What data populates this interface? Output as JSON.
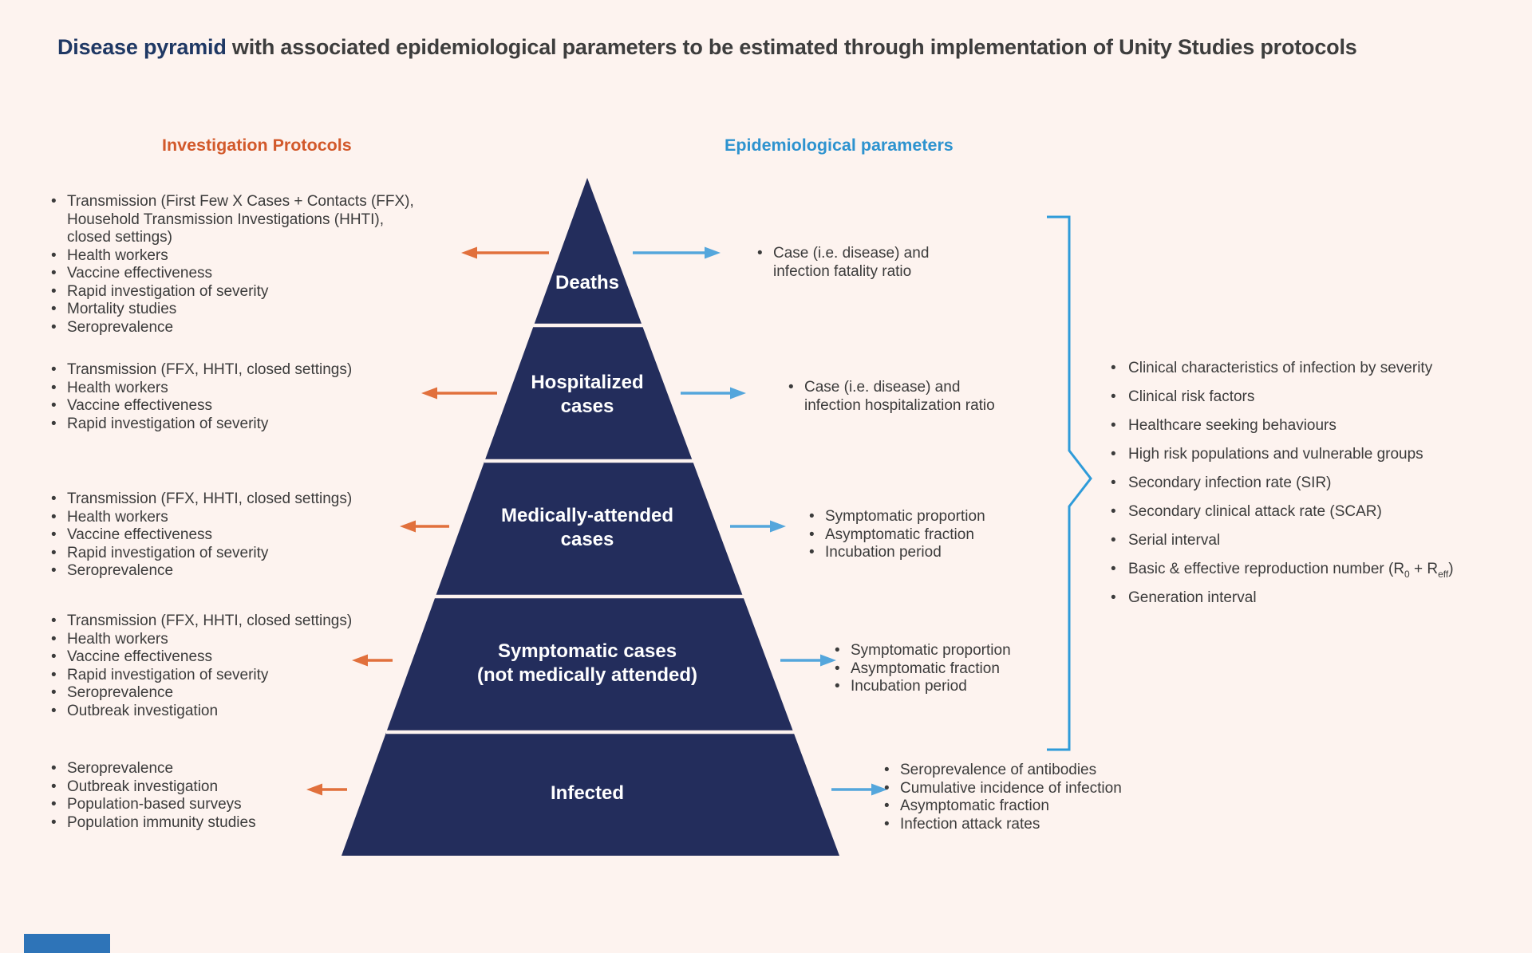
{
  "title": {
    "emphasis": "Disease pyramid",
    "rest": " with associated epidemiological parameters to be estimated through implementation of Unity Studies protocols"
  },
  "headers": {
    "investigation": "Investigation Protocols",
    "epidemiological": "Epidemiological parameters"
  },
  "pyramid": {
    "levels": [
      {
        "label": "Deaths",
        "protocols": [
          "Transmission (First Few X Cases + Contacts (FFX), Household Transmission Investigations (HHTI), closed settings)",
          "Health workers",
          "Vaccine effectiveness",
          "Rapid investigation of severity",
          "Mortality studies",
          "Seroprevalence"
        ],
        "parameters": [
          "Case (i.e. disease) and\ninfection fatality ratio"
        ]
      },
      {
        "label": "Hospitalized\ncases",
        "protocols": [
          "Transmission (FFX, HHTI, closed settings)",
          "Health workers",
          "Vaccine effectiveness",
          "Rapid investigation of severity"
        ],
        "parameters": [
          "Case (i.e. disease) and\ninfection hospitalization ratio"
        ]
      },
      {
        "label": "Medically-attended\ncases",
        "protocols": [
          "Transmission (FFX, HHTI, closed settings)",
          "Health workers",
          "Vaccine effectiveness",
          "Rapid investigation of severity",
          "Seroprevalence"
        ],
        "parameters": [
          "Symptomatic proportion",
          "Asymptomatic fraction",
          "Incubation period"
        ]
      },
      {
        "label": "Symptomatic cases\n(not medically attended)",
        "protocols": [
          "Transmission (FFX, HHTI, closed settings)",
          "Health workers",
          "Vaccine effectiveness",
          "Rapid investigation of severity",
          "Seroprevalence",
          "Outbreak investigation"
        ],
        "parameters": [
          "Symptomatic proportion",
          "Asymptomatic fraction",
          "Incubation period"
        ]
      },
      {
        "label": "Infected",
        "protocols": [
          "Seroprevalence",
          "Outbreak investigation",
          "Population-based surveys",
          "Population immunity studies"
        ],
        "parameters": [
          "Seroprevalence of antibodies",
          "Cumulative incidence of infection",
          "Asymptomatic fraction",
          "Infection attack rates"
        ]
      }
    ]
  },
  "bracket_parameters": [
    "Clinical characteristics of infection by severity",
    "Clinical risk factors",
    "Healthcare seeking behaviours",
    "High risk populations and vulnerable groups",
    "Secondary infection rate (SIR)",
    "Secondary clinical attack rate (SCAR)",
    "Serial interval",
    "Basic & effective reproduction number (R~0~ + R~eff~)",
    "Generation interval"
  ],
  "colors": {
    "background": "#fdf3ef",
    "pyramid_navy": "#232d5c",
    "title_navy": "#1f3864",
    "text_gray": "#3b3b3b",
    "orange_header": "#d2592b",
    "orange_arrow": "#e1703c",
    "blue_header": "#2e93cf",
    "blue_arrow": "#54a6dc",
    "bracket_blue": "#2e9bd9",
    "accent_bar_blue": "#2e74b8"
  }
}
